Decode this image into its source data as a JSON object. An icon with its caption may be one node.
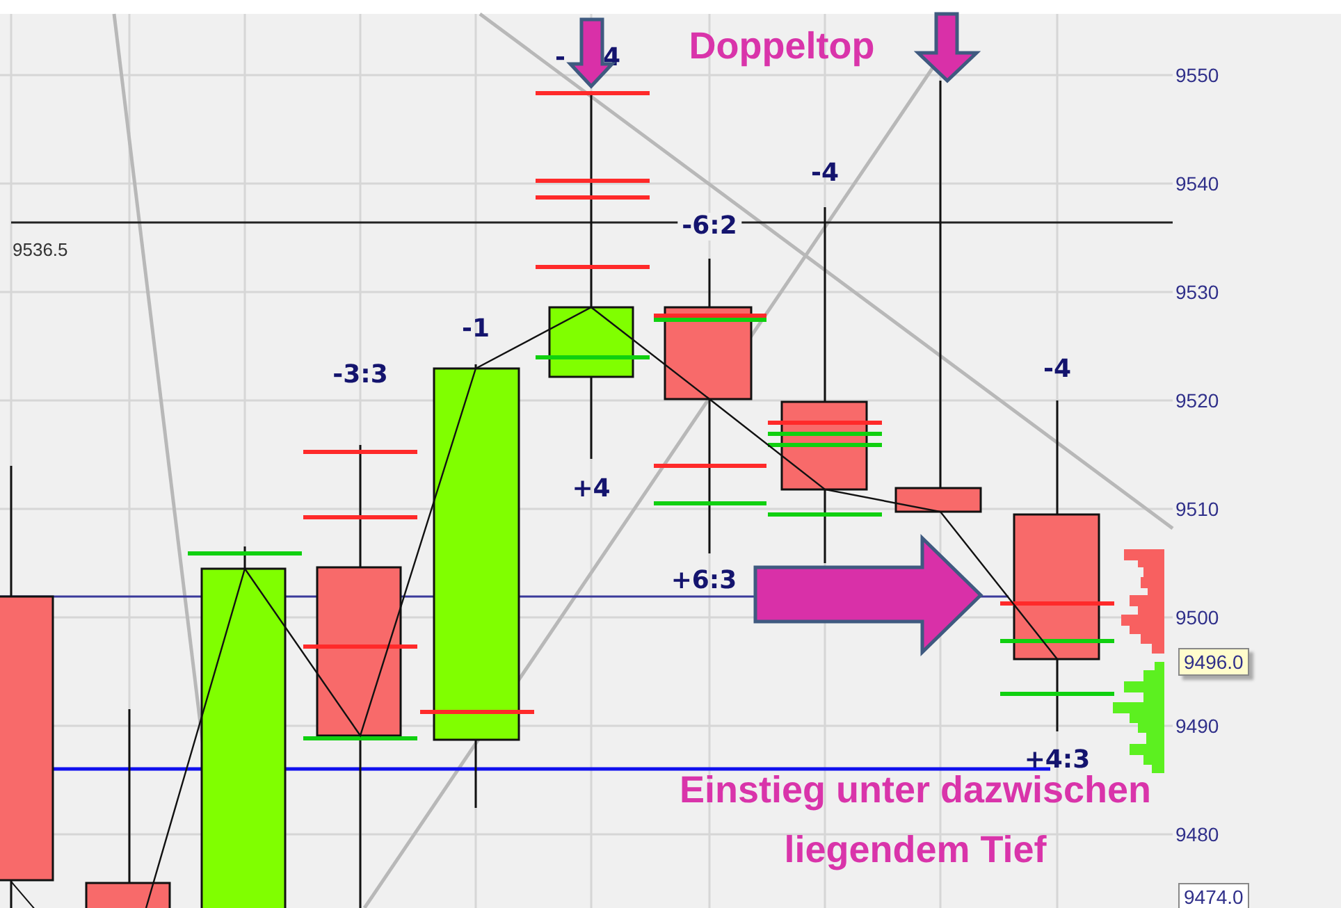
{
  "diagram": {
    "labels": [
      "Doppeltop",
      "-4",
      "9550",
      "-4",
      "9540",
      "9536.5",
      "-6:2",
      "9530",
      "-1",
      "-3:3",
      "9520",
      "-4",
      "+4",
      "9510",
      "+6:3",
      "9500",
      "9496.0",
      "9490",
      "+4:3",
      "Einstieg unter dazwischen liegendem Tief",
      "9480",
      "9474.0"
    ]
  }
}
